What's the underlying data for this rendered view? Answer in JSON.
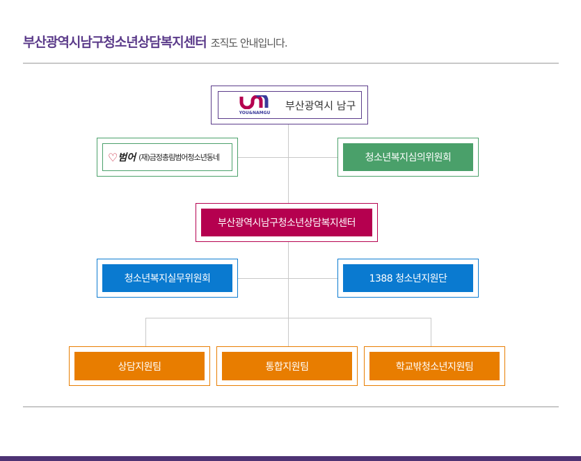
{
  "header": {
    "org_name": "부산광역시남구청소년상담복지센터",
    "suffix": "조직도 안내입니다."
  },
  "chart": {
    "top": {
      "logo_text": "YOU&NAMGU",
      "label": "부산광역시 남구"
    },
    "left_partner": {
      "logo_text": "범어",
      "label": "(재)금정총림범어청소년동네"
    },
    "committee": "청소년복지심의위원회",
    "center": "부산광역시남구청소년상담복지센터",
    "working_committee": "청소년복지실무위원회",
    "support_group": "1388 청소년지원단",
    "teams": [
      "상담지원팀",
      "통합지원팀",
      "학교밖청소년지원팀"
    ]
  },
  "colors": {
    "purple": "#5b3b8a",
    "green": "#4aa06a",
    "magenta": "#b5004f",
    "blue": "#0a7ad0",
    "orange": "#e87d00"
  }
}
